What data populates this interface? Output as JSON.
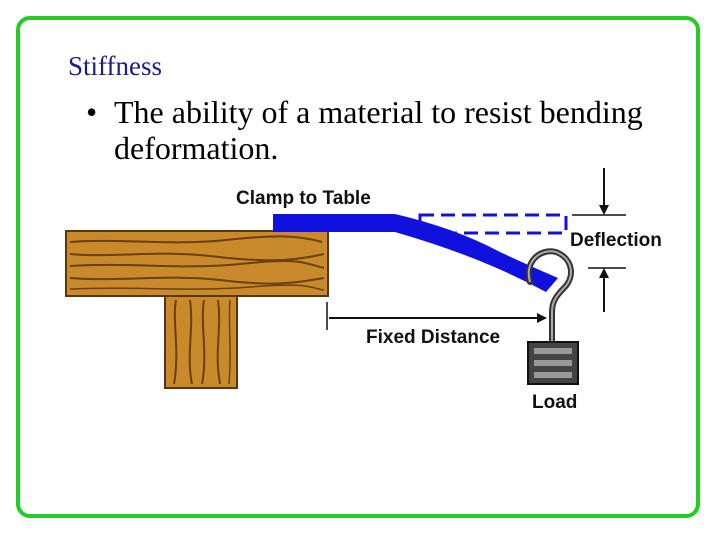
{
  "slide": {
    "title": "Stiffness",
    "bullet": "The ability of a material to resist bending deformation."
  },
  "diagram": {
    "labels": {
      "clamp": "Clamp to Table",
      "deflection": "Deflection",
      "fixed_distance": "Fixed Distance",
      "load": "Load"
    },
    "colors": {
      "frame": "#22cc22",
      "title": "#1a1a8c",
      "beam": "#1111dd",
      "wood": "#c98a2b",
      "wood_grain": "#6b3f10"
    }
  }
}
